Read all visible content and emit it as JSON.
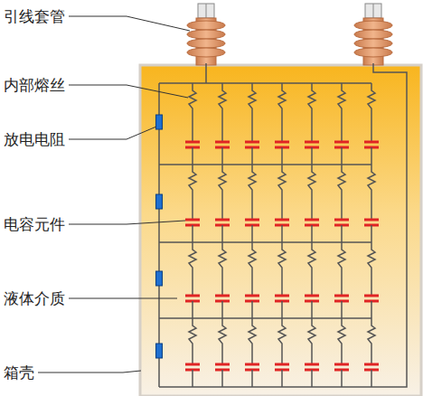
{
  "diagram": {
    "labels": [
      "引线套管",
      "内部熔丝",
      "放电电阻",
      "电容元件",
      "液体介质",
      "箱壳"
    ]
  }
}
